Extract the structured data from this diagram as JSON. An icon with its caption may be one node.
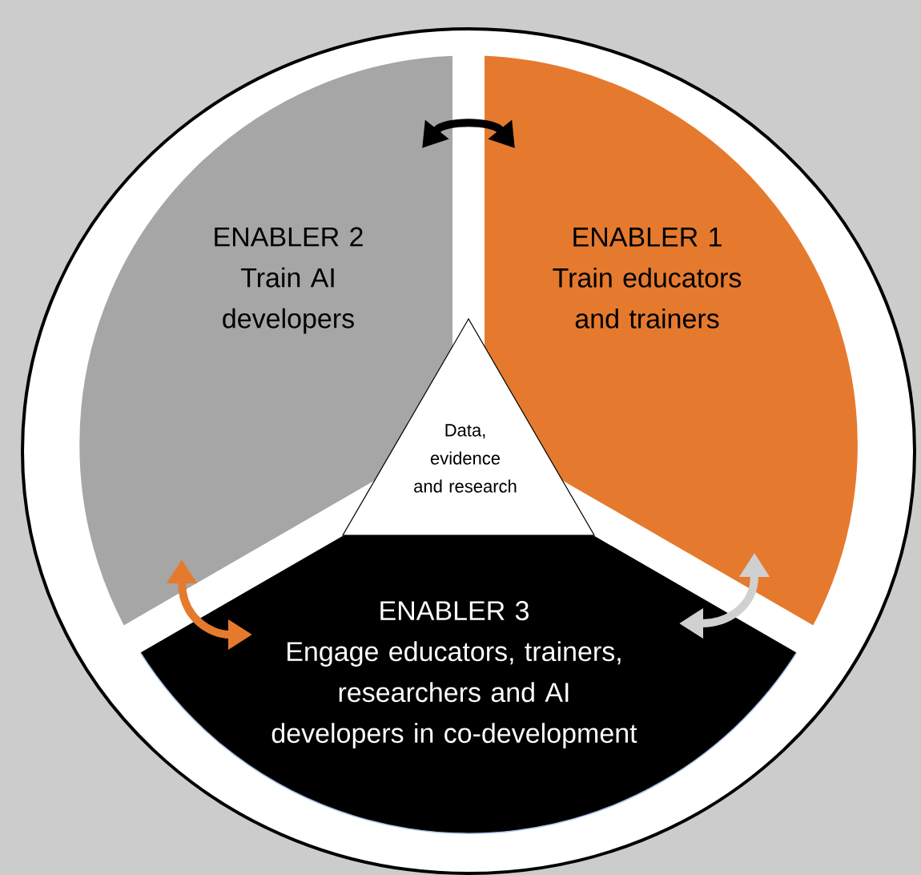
{
  "diagram": {
    "nodes": [
      {
        "text": [
          "ENABLER 2",
          "Train AI developers"
        ]
      },
      {
        "text": [
          "ENABLER 1",
          "Train educators and trainers"
        ]
      },
      {
        "text": [
          "Data, evidence and research"
        ]
      },
      {
        "text": [
          "ENABLER 3",
          "Engage educators, trainers, researchers and AI developers in co-development"
        ]
      }
    ],
    "edges": [
      {
        "from": 0,
        "to": 1,
        "arrow": "both",
        "color": "#000000"
      },
      {
        "from": 0,
        "to": 3,
        "arrow": "both",
        "color": "#e57a2f"
      },
      {
        "from": 1,
        "to": 3,
        "arrow": "both",
        "color": "#d0d0d0"
      }
    ]
  }
}
